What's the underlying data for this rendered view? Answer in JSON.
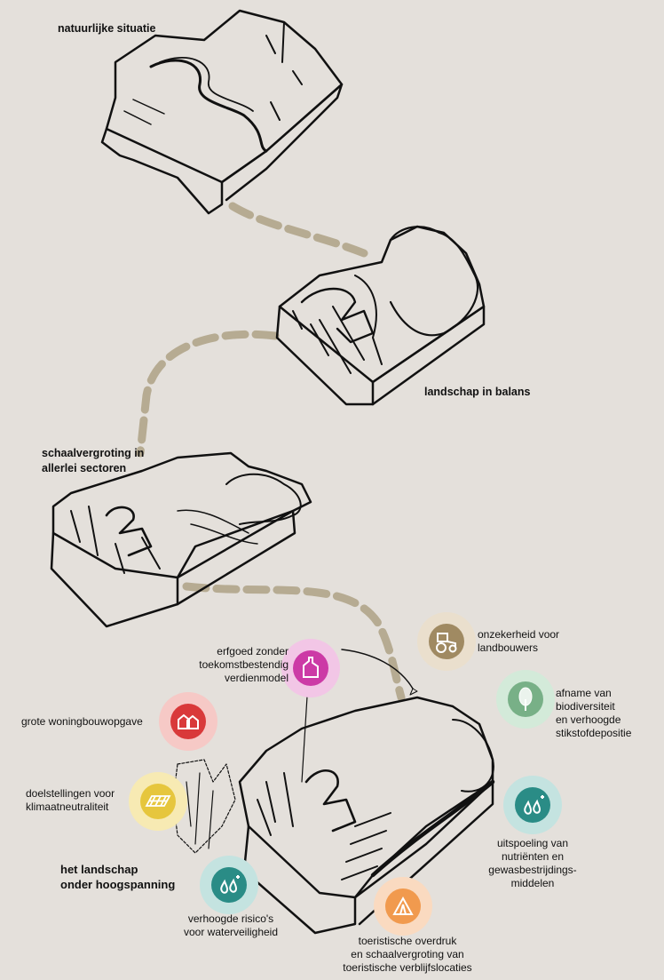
{
  "stages": {
    "natural": "natuurlijke situatie",
    "balance": "landschap in balans",
    "scale_1": "schaalvergroting in",
    "scale_2": "allerlei sectoren",
    "tension_1": "het landschap",
    "tension_2": "onder hoogspanning"
  },
  "pressures": {
    "heritage": [
      "erfgoed zonder",
      "toekomstbestendig",
      "verdienmodel"
    ],
    "farmers": [
      "onzekerheid voor",
      "landbouwers"
    ],
    "housing": [
      "grote woningbouwopgave"
    ],
    "biodiversity": [
      "afname van",
      "biodiversiteit",
      "en verhoogde",
      "stikstofdepositie"
    ],
    "climate": [
      "doelstellingen voor",
      "klimaatneutraliteit"
    ],
    "leaching": [
      "uitspoeling van",
      "nutriënten en",
      "gewasbestrijdings-",
      "middelen"
    ],
    "water": [
      "verhoogde risico's",
      "voor waterveiligheid"
    ],
    "tourism": [
      "toeristische overdruk",
      "en schaalvergroting van",
      "toeristische verblijfslocaties"
    ]
  },
  "icons": {
    "heritage": {
      "name": "heritage-building-icon",
      "color": "#cc3aa6",
      "halo": "#f2c6e6"
    },
    "farmers": {
      "name": "tractor-icon",
      "color": "#a08a62",
      "halo": "#eadfcd"
    },
    "housing": {
      "name": "houses-icon",
      "color": "#d9393a",
      "halo": "#f6c9c6"
    },
    "biodiversity": {
      "name": "tree-icon",
      "color": "#78b087",
      "halo": "#d3ead9"
    },
    "climate": {
      "name": "solar-panel-icon",
      "color": "#e6c63d",
      "halo": "#f7eab3"
    },
    "leaching": {
      "name": "droplets-icon",
      "color": "#2a8c86",
      "halo": "#c4e3e0"
    },
    "water": {
      "name": "water-drops-icon",
      "color": "#2a8c86",
      "halo": "#c4e3e0"
    },
    "tourism": {
      "name": "tent-icon",
      "color": "#f19a4e",
      "halo": "#fadac0"
    }
  },
  "path_color": "#b6ab92"
}
